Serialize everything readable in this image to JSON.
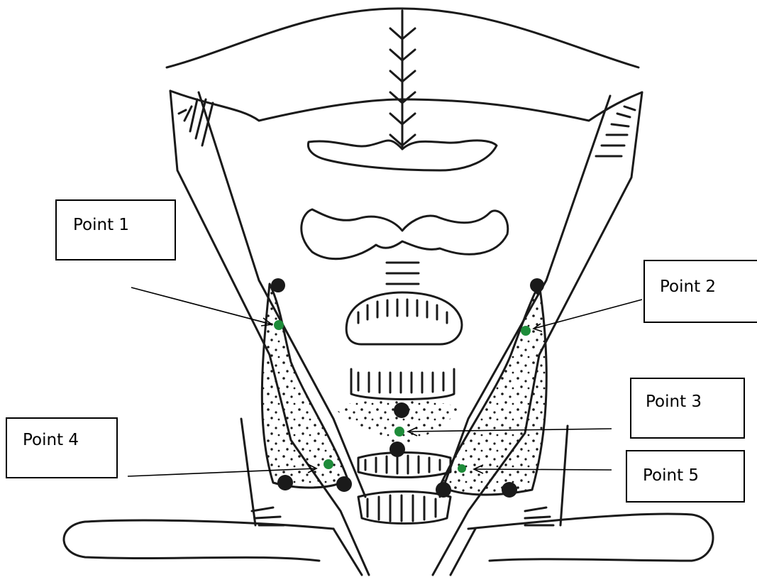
{
  "figure": {
    "labels": [
      {
        "id": "point-1",
        "text": "Point 1"
      },
      {
        "id": "point-2",
        "text": "Point 2"
      },
      {
        "id": "point-3",
        "text": "Point 3"
      },
      {
        "id": "point-4",
        "text": "Point 4"
      },
      {
        "id": "point-5",
        "text": "Point 5"
      }
    ],
    "colors": {
      "ink": "#1a1a1a",
      "marker": "#1e8c3a",
      "line": "#000000"
    }
  }
}
